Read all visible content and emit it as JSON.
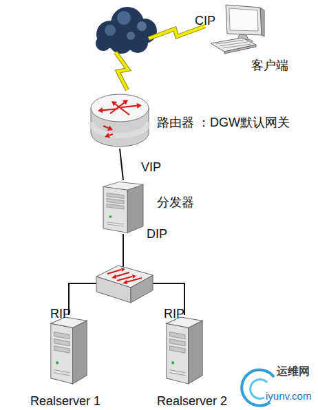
{
  "diagram": {
    "nodes": [
      {
        "text": [
          "客户端"
        ]
      },
      {
        "text": [
          "路由器 ：DGW默认网关"
        ]
      },
      {
        "text": [
          "分发器"
        ]
      },
      {
        "text": [
          "Realserver 1"
        ]
      },
      {
        "text": [
          "Realserver 2"
        ]
      }
    ],
    "edges": [
      {
        "from": 1,
        "to": 2,
        "arrow": "none"
      },
      {
        "from": 2,
        "to": 3,
        "arrow": "none"
      },
      {
        "from": 2,
        "to": 4,
        "arrow": "none"
      }
    ],
    "labels": [
      "CIP",
      "VIP",
      "DIP",
      "RIP",
      "RIP",
      "运维网",
      "iyunv.com"
    ]
  }
}
